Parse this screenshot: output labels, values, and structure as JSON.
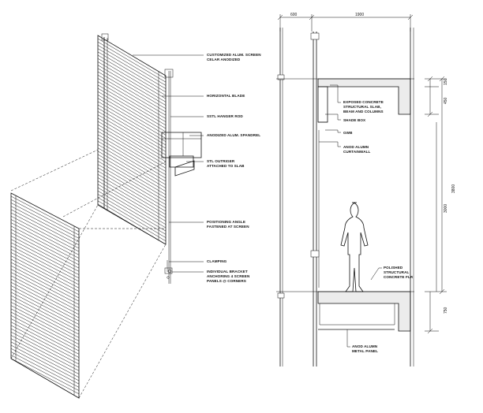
{
  "axon_labels": [
    {
      "id": "screen",
      "lines": [
        "CUSTOMIZED ALUM. SCREEN",
        "CELAR ANODIZED"
      ]
    },
    {
      "id": "blade",
      "lines": [
        "HORIZONTAL BLADE"
      ]
    },
    {
      "id": "hanger",
      "lines": [
        "SSTL HANGER ROD"
      ]
    },
    {
      "id": "spandrel",
      "lines": [
        "ANODIZED ALUM. SPANDREL"
      ]
    },
    {
      "id": "outrigger",
      "lines": [
        "STL OUTRIGER",
        "ATTACHED TO SLAB"
      ]
    },
    {
      "id": "angle",
      "lines": [
        "POSITIONING ANGLE",
        "FASTENED AT SCREEN"
      ]
    },
    {
      "id": "clamping",
      "lines": [
        "CLAMPING"
      ]
    },
    {
      "id": "bracket",
      "lines": [
        "INDIVIDUAL BRACKET",
        "ANCHORING 4 SCREEN",
        "PANELS @ CORNERS"
      ]
    }
  ],
  "section_labels": [
    {
      "id": "concrete",
      "lines": [
        "EXPOSED CONCRETE",
        "STRUCTURAL SLAB,",
        "BEAM AND COLUMNS"
      ]
    },
    {
      "id": "shadebox",
      "lines": [
        "SHADE BOX"
      ]
    },
    {
      "id": "gwb",
      "lines": [
        "GWB"
      ]
    },
    {
      "id": "curtainwall",
      "lines": [
        "ANOD ALUMN",
        "CURTAINWALL"
      ]
    },
    {
      "id": "floor",
      "lines": [
        "POLISHED",
        "STRUCTURAL",
        "CONCRETE FLR"
      ]
    },
    {
      "id": "metalpanel",
      "lines": [
        "ANOD ALUMN",
        "METAL PANEL"
      ]
    }
  ],
  "dimensions": {
    "top_left": "600",
    "top_right": "1900",
    "slab": "150",
    "beam": "450",
    "clear": "3000",
    "floor_to_floor": "3800",
    "lower": "750"
  }
}
